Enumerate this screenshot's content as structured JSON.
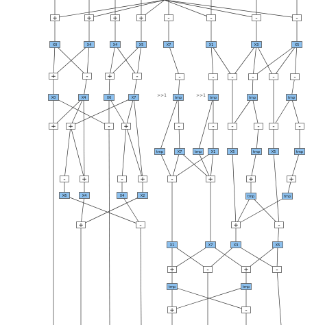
{
  "colors": {
    "blue_fill": "#8cc0ee",
    "op_fill": "#ffffff",
    "edge": "#333333",
    "border": "#555555"
  },
  "diagram": {
    "nodes": [
      {
        "id": "n01",
        "label": "+",
        "kind": "op"
      },
      {
        "id": "n02",
        "label": "+",
        "kind": "op"
      },
      {
        "id": "n03",
        "label": "+",
        "kind": "op"
      },
      {
        "id": "n04",
        "label": "+",
        "kind": "op"
      },
      {
        "id": "n05",
        "label": "-",
        "kind": "op"
      },
      {
        "id": "n06",
        "label": "-",
        "kind": "op"
      },
      {
        "id": "n07",
        "label": "-",
        "kind": "op"
      },
      {
        "id": "n08",
        "label": "-",
        "kind": "op"
      },
      {
        "id": "b01",
        "label": "X0",
        "kind": "var"
      },
      {
        "id": "b02",
        "label": "X4",
        "kind": "var"
      },
      {
        "id": "b03",
        "label": "X4",
        "kind": "var"
      },
      {
        "id": "b04",
        "label": "X5",
        "kind": "var"
      },
      {
        "id": "b05",
        "label": "X7",
        "kind": "var"
      },
      {
        "id": "b06",
        "label": "X1",
        "kind": "var"
      },
      {
        "id": "b07",
        "label": "X3",
        "kind": "var"
      },
      {
        "id": "b08",
        "label": "X5",
        "kind": "var"
      },
      {
        "id": "o01",
        "label": "+",
        "kind": "op"
      },
      {
        "id": "o02",
        "label": "-",
        "kind": "op"
      },
      {
        "id": "o03",
        "label": "+",
        "kind": "op"
      },
      {
        "id": "o04",
        "label": "-",
        "kind": "op"
      },
      {
        "id": "o05",
        "label": "-",
        "kind": "op"
      },
      {
        "id": "o06",
        "label": "-",
        "kind": "op"
      },
      {
        "id": "o07",
        "label": "-",
        "kind": "op"
      },
      {
        "id": "o08",
        "label": "-",
        "kind": "op"
      },
      {
        "id": "o09",
        "label": "-",
        "kind": "op"
      },
      {
        "id": "o10",
        "label": "-",
        "kind": "op"
      },
      {
        "id": "c01",
        "label": "X0",
        "kind": "var"
      },
      {
        "id": "c02",
        "label": "X4",
        "kind": "var"
      },
      {
        "id": "c03",
        "label": "X6",
        "kind": "var"
      },
      {
        "id": "c04",
        "label": "X7",
        "kind": "var"
      },
      {
        "id": "c05",
        "label": "tmp",
        "kind": "var"
      },
      {
        "id": "c06",
        "label": "tmp",
        "kind": "var"
      },
      {
        "id": "c07",
        "label": "tmp",
        "kind": "var"
      },
      {
        "id": "c08",
        "label": "tmp",
        "kind": "var"
      },
      {
        "id": "p01",
        "label": "+",
        "kind": "op"
      },
      {
        "id": "p02",
        "label": "+",
        "kind": "op"
      },
      {
        "id": "p03",
        "label": "-",
        "kind": "op"
      },
      {
        "id": "p04",
        "label": "+",
        "kind": "op"
      },
      {
        "id": "p05",
        "label": "-",
        "kind": "op"
      },
      {
        "id": "p06",
        "label": "-",
        "kind": "op"
      },
      {
        "id": "p07",
        "label": "-",
        "kind": "op"
      },
      {
        "id": "p08",
        "label": "-",
        "kind": "op"
      },
      {
        "id": "p09",
        "label": "-",
        "kind": "op"
      },
      {
        "id": "p10",
        "label": "-",
        "kind": "op"
      },
      {
        "id": "d01",
        "label": "tmp",
        "kind": "var"
      },
      {
        "id": "d02",
        "label": "tmp",
        "kind": "var"
      },
      {
        "id": "d03",
        "label": "tmp",
        "kind": "var"
      },
      {
        "id": "d04",
        "label": "X7",
        "kind": "var"
      },
      {
        "id": "d05",
        "label": "tmp",
        "kind": "var"
      },
      {
        "id": "d06",
        "label": "X1",
        "kind": "var"
      },
      {
        "id": "d07",
        "label": "X5",
        "kind": "var"
      },
      {
        "id": "d08",
        "label": "tmp",
        "kind": "var"
      },
      {
        "id": "d09",
        "label": "X5",
        "kind": "var"
      },
      {
        "id": "d10",
        "label": "tmp",
        "kind": "var"
      },
      {
        "id": "q01",
        "label": "-",
        "kind": "op"
      },
      {
        "id": "q02",
        "label": "+",
        "kind": "op"
      },
      {
        "id": "q03",
        "label": "-",
        "kind": "op"
      },
      {
        "id": "q04",
        "label": "+",
        "kind": "op"
      },
      {
        "id": "q05",
        "label": "-",
        "kind": "op"
      },
      {
        "id": "q06",
        "label": "+",
        "kind": "op"
      },
      {
        "id": "q07",
        "label": "+",
        "kind": "op"
      },
      {
        "id": "q08",
        "label": "+",
        "kind": "op"
      },
      {
        "id": "e01",
        "label": "X6",
        "kind": "var"
      },
      {
        "id": "e02",
        "label": "X4",
        "kind": "var"
      },
      {
        "id": "e03",
        "label": "X4",
        "kind": "var"
      },
      {
        "id": "e04",
        "label": "X2",
        "kind": "var"
      },
      {
        "id": "e05",
        "label": "tmp",
        "kind": "var"
      },
      {
        "id": "e06",
        "label": "tmp",
        "kind": "var"
      },
      {
        "id": "r01",
        "label": "+",
        "kind": "op"
      },
      {
        "id": "r02",
        "label": "-",
        "kind": "op"
      },
      {
        "id": "r03",
        "label": "+",
        "kind": "op"
      },
      {
        "id": "r04",
        "label": "-",
        "kind": "op"
      },
      {
        "id": "f01",
        "label": "X1",
        "kind": "var"
      },
      {
        "id": "f02",
        "label": "X7",
        "kind": "var"
      },
      {
        "id": "f03",
        "label": "X3",
        "kind": "var"
      },
      {
        "id": "f04",
        "label": "X5",
        "kind": "var"
      },
      {
        "id": "s01",
        "label": "+",
        "kind": "op"
      },
      {
        "id": "s02",
        "label": "-",
        "kind": "op"
      },
      {
        "id": "s03",
        "label": "+",
        "kind": "op"
      },
      {
        "id": "s04",
        "label": "-",
        "kind": "op"
      },
      {
        "id": "g01",
        "label": "tmp",
        "kind": "var"
      },
      {
        "id": "g02",
        "label": "tmp",
        "kind": "var"
      },
      {
        "id": "t01",
        "label": "+",
        "kind": "op"
      },
      {
        "id": "t02",
        "label": "-",
        "kind": "op"
      }
    ],
    "edge_labels": [
      {
        "id": "el01",
        "text": ">>1"
      },
      {
        "id": "el02",
        "text": ">>1"
      }
    ]
  }
}
